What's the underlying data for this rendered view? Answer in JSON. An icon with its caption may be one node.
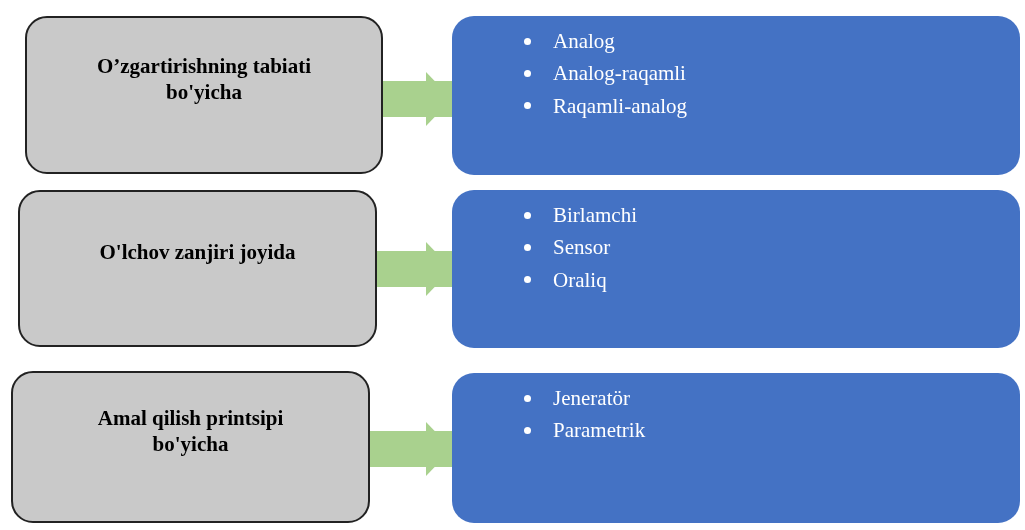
{
  "diagram": {
    "nodes": [
      {
        "text": [
          "O’zgartirishning tabiati bo'yicha"
        ]
      },
      {
        "text": [
          "Analog",
          "Analog-raqamli",
          "Raqamli-analog"
        ]
      },
      {
        "text": [
          "O'lchov zanjiri joyida"
        ]
      },
      {
        "text": [
          "Birlamchi",
          "Sensor",
          "Oraliq"
        ]
      },
      {
        "text": [
          "Amal qilish printsipi bo'yicha"
        ]
      },
      {
        "text": [
          "Jeneratör",
          "Parametrik"
        ]
      }
    ],
    "edges": [
      {
        "from": 0,
        "to": 1,
        "arrow": "to"
      },
      {
        "from": 2,
        "to": 3,
        "arrow": "to"
      },
      {
        "from": 4,
        "to": 5,
        "arrow": "to"
      }
    ]
  }
}
